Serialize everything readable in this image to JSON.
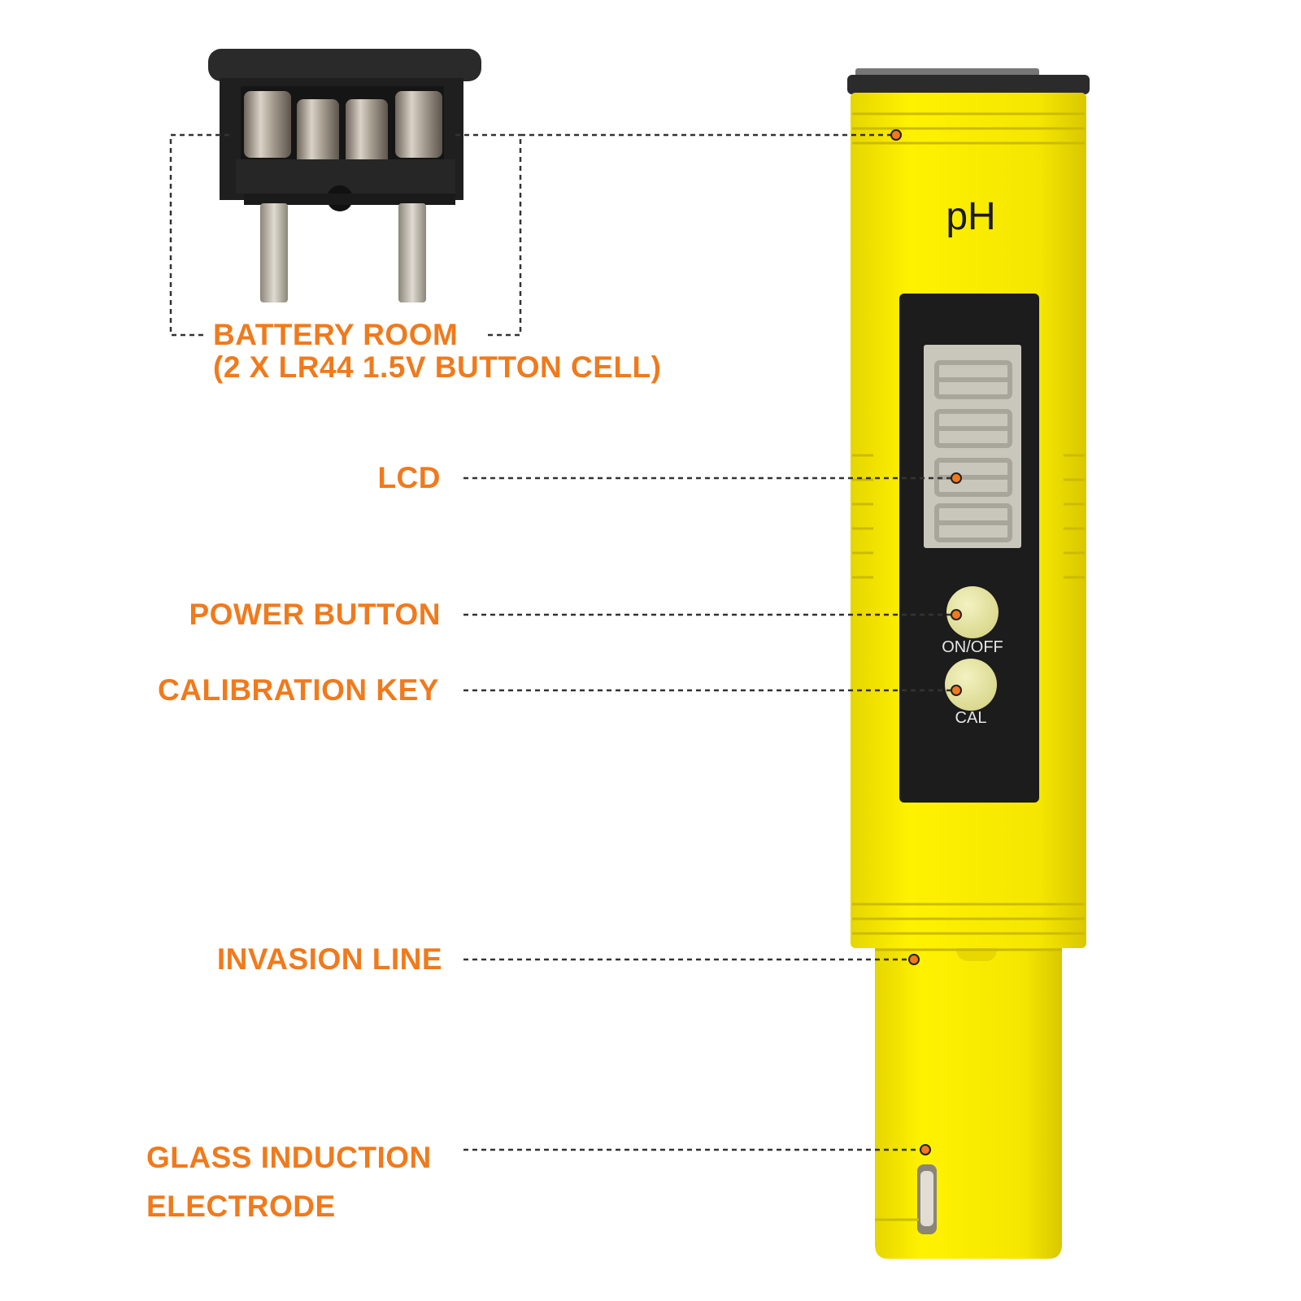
{
  "colors": {
    "accent": "#f07a1c",
    "body": "#f5e600",
    "body_shadow": "#d9c900",
    "lcd_frame": "#1c1c1c",
    "lcd_screen": "#c9c6bc",
    "button": "#e9e8a6",
    "leader": "#333333"
  },
  "device": {
    "brand_label": "pH",
    "power_button_label": "ON/OFF",
    "cal_button_label": "CAL"
  },
  "callouts": {
    "battery_room": {
      "line1": "BATTERY ROOM",
      "line2": "(2 X LR44 1.5V BUTTON CELL)"
    },
    "lcd": "LCD",
    "power_button": "POWER BUTTON",
    "calibration_key": "CALIBRATION KEY",
    "invasion_line": "INVASION LINE",
    "glass_electrode": {
      "line1": "GLASS INDUCTION",
      "line2": "ELECTRODE"
    }
  },
  "icons": {
    "battery_module": "battery-tray-photo",
    "leader_dot": "callout-dot-icon"
  }
}
